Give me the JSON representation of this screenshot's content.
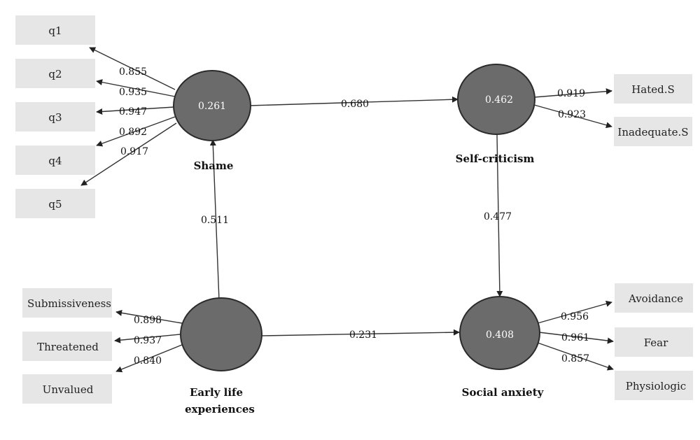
{
  "latents": {
    "shame": {
      "name": "Shame",
      "r2": "0.261"
    },
    "self_criticism": {
      "name": "Self-criticism",
      "r2": "0.462"
    },
    "early_life": {
      "name_line1": "Early life",
      "name_line2": "experiences",
      "r2": ""
    },
    "social_anxiety": {
      "name": "Social anxiety",
      "r2": "0.408"
    }
  },
  "indicators": {
    "shame": [
      {
        "label": "q1",
        "loading": "0.855"
      },
      {
        "label": "q2",
        "loading": "0.935"
      },
      {
        "label": "q3",
        "loading": "0.947"
      },
      {
        "label": "q4",
        "loading": "0.892"
      },
      {
        "label": "q5",
        "loading": "0.917"
      }
    ],
    "self_criticism": [
      {
        "label": "Hated.S",
        "loading": "0.919"
      },
      {
        "label": "Inadequate.S",
        "loading": "0.923"
      }
    ],
    "early_life": [
      {
        "label": "Submissiveness",
        "loading": "0.898"
      },
      {
        "label": "Threatened",
        "loading": "0.937"
      },
      {
        "label": "Unvalued",
        "loading": "0.840"
      }
    ],
    "social_anxiety": [
      {
        "label": "Avoidance",
        "loading": "0.956"
      },
      {
        "label": "Fear",
        "loading": "0.961"
      },
      {
        "label": "Physiologic",
        "loading": "0.857"
      }
    ]
  },
  "paths": {
    "shame_to_self_criticism": "0.680",
    "self_criticism_to_social_anxiety": "0.477",
    "early_life_to_shame": "0.511",
    "early_life_to_social_anxiety": "0.231"
  },
  "colors": {
    "node_fill": "#6b6b6b",
    "node_stroke": "#2b2b2b",
    "box_fill": "#e6e6e6",
    "line": "#333333"
  }
}
